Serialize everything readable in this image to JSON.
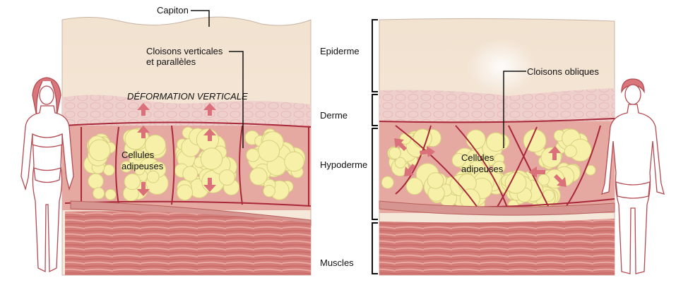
{
  "left_panel": {
    "capiton": "Capiton",
    "septa_line1": "Cloisons verticales",
    "septa_line2": "et parallèles",
    "deformation": "DÉFORMATION VERTICALE",
    "cells_line1": "Cellules",
    "cells_line2": "adipeuses"
  },
  "layers": {
    "epiderme": "Epiderme",
    "derme": "Derme",
    "hypoderme": "Hypoderme",
    "muscles": "Muscles"
  },
  "right_panel": {
    "septa": "Cloisons obliques",
    "cells_line1": "Cellules",
    "cells_line2": "adipeuses"
  },
  "colors": {
    "epidermis": "#f3e4d4",
    "dermis": "#efcfcc",
    "fat": "#f6f0a8",
    "septa": "#a8283a",
    "muscle": "#d9827c",
    "arrow": "#d9707a"
  }
}
